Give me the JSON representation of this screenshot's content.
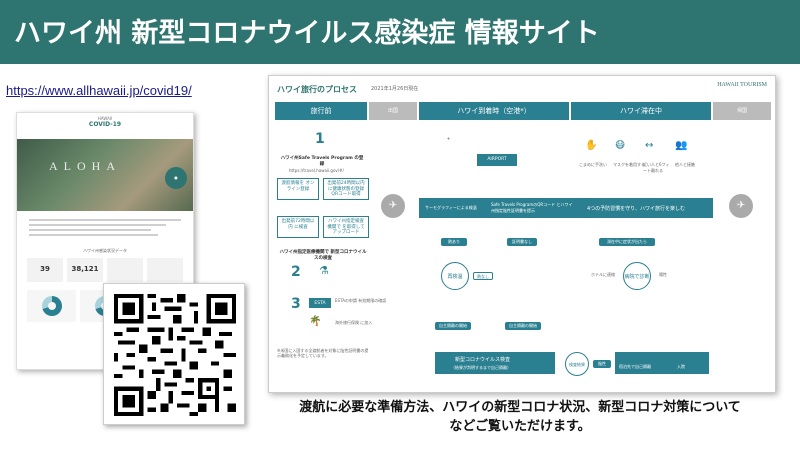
{
  "header": {
    "title": "ハワイ州 新型コロナウイルス感染症 情報サイト"
  },
  "link": {
    "url": "https://www.allhawaii.jp/covid19/"
  },
  "site_preview": {
    "hero_text": "ALOHA",
    "header_text": "COVID-19",
    "stats": [
      "39",
      "38,121"
    ]
  },
  "flow": {
    "title": "ハワイ旅行のプロセス",
    "date": "2021年1月26日現在",
    "logo": "HAWAII TOURISM",
    "stages": [
      "旅行前",
      "出国",
      "ハワイ到着時（空港*）",
      "ハワイ滞在中",
      "帰国"
    ],
    "pre_trip": {
      "item1_title": "ハワイ州Safe Travels Program の登録",
      "item1_url": "https://travel.hawaii.gov/#/",
      "item_a": "渡航情報を オンライン登録",
      "item_b": "出発前24時間以内 に健康状態の登録 QRコード取得",
      "item_c": "出発前72時間以内 に検査",
      "item_d": "ハワイ州指定検査機関で を取得して アップロード",
      "item2_title": "ハワイ州指定医療機関で 新型コロナウイルスの検査",
      "esta_label": "ESTA",
      "esta_text": "ESTAの申請 有効期限の確認",
      "insurance": "海外旅行保険 に加入",
      "footnote": "※米国に入国する全渡航者を対象に陰性証明書の提示義務化を予定しています。"
    },
    "arrival": {
      "airport": "AIRPORT",
      "thermo": "サーモグラフィーによる検温",
      "qr": "Safe Travels ProgramのQRコード とハワイ州指定陰性証明書を提示",
      "fever_yes": "熱あり",
      "fever_no": "熱なし",
      "cert_no": "証明書なし",
      "recheck": "再検温",
      "quarantine_pre": "自主隔離の開始",
      "quarantine_cert": "自主隔離の開始",
      "test": "新型コロナウイルス検査",
      "test_sub": "（結果が判明するまで自己隔離）"
    },
    "stay": {
      "rule": "4つの予防習慣を守り、ハワイ旅行を楽しむ",
      "icons": [
        "こまめに手洗い",
        "マスクを着用する",
        "近い人と6フィート離れる",
        "他人と接触"
      ],
      "symptom": "滞在中に症状が出たら",
      "contact": "ホテルに連絡",
      "doctor": "病院で診断",
      "positive": "陽性",
      "result": "検査結果",
      "negative": "陰性",
      "hotel": "宿泊先で自己隔離",
      "hospital": "入院"
    }
  },
  "caption": {
    "line1": "渡航に必要な準備方法、ハワイの新型コロナ状況、新型コロナ対策について",
    "line2": "などご覧いただけます。"
  }
}
